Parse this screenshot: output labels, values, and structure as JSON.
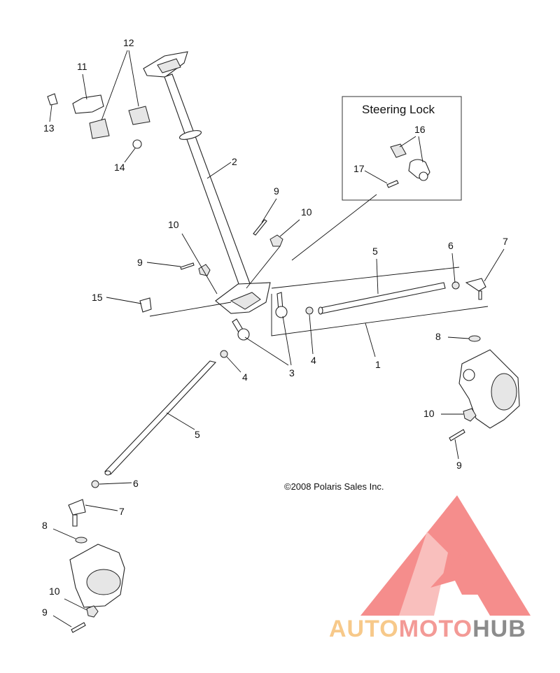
{
  "inset": {
    "title": "Steering Lock"
  },
  "copyright": "©2008 Polaris Sales Inc.",
  "watermark": {
    "part1": "AUTO",
    "part2": "MOTO",
    "part3": "HUB",
    "colors": {
      "auto": "#f7c98a",
      "moto": "#f39a96",
      "hub": "#8c8c8c",
      "logo": "#f47a78"
    }
  },
  "callouts": {
    "c1": "1",
    "c2": "2",
    "c3": "3",
    "c4a": "4",
    "c4b": "4",
    "c5a": "5",
    "c5b": "5",
    "c6a": "6",
    "c6b": "6",
    "c7a": "7",
    "c7b": "7",
    "c8a": "8",
    "c8b": "8",
    "c9a": "9",
    "c9b": "9",
    "c9c": "9",
    "c9d": "9",
    "c10a": "10",
    "c10b": "10",
    "c10c": "10",
    "c10d": "10",
    "c11": "11",
    "c12": "12",
    "c13": "13",
    "c14": "14",
    "c15": "15",
    "c16": "16",
    "c17": "17"
  }
}
